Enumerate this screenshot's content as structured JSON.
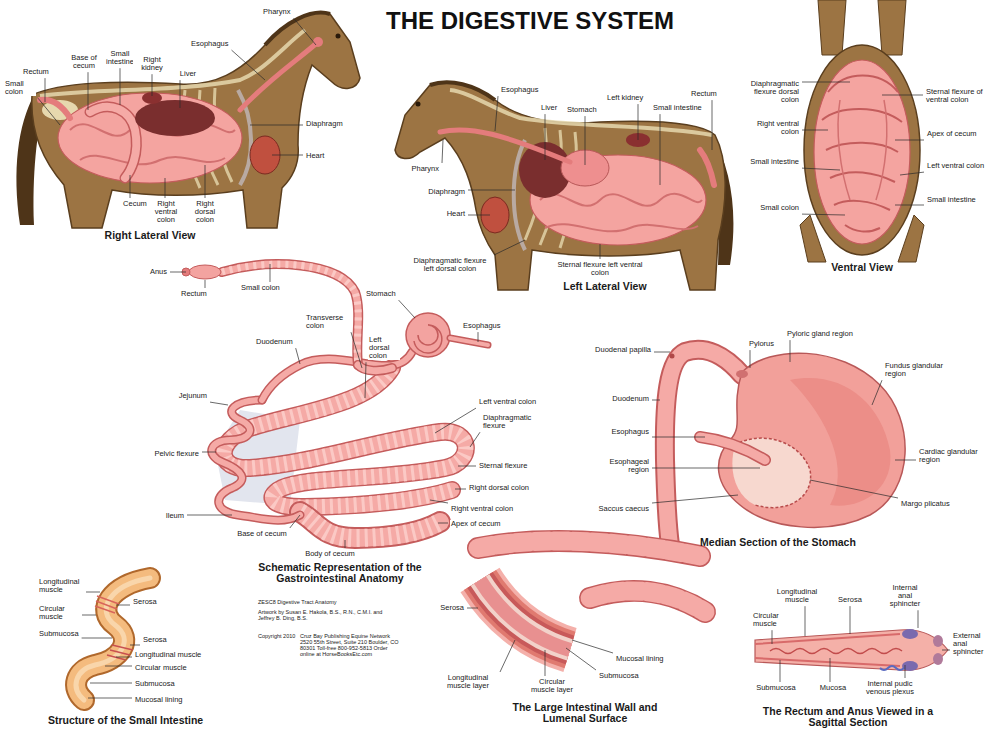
{
  "diagram": {
    "title": "THE DIGESTIVE SYSTEM",
    "labels": [
      "Pharynx",
      "Esophagus",
      "Small intestine",
      "Base of cecum",
      "Rectum",
      "Small colon",
      "Right kidney",
      "Liver",
      "Diaphragm",
      "Heart",
      "Cecum",
      "Right ventral colon",
      "Right dorsal colon",
      "Right Lateral View",
      "Esophagus",
      "Liver",
      "Stomach",
      "Left kidney",
      "Small intestine",
      "Rectum",
      "Pharynx",
      "Diaphragm",
      "Heart",
      "Diaphragmatic flexure left dorsal colon",
      "Sternal flexure left ventral colon",
      "Left Lateral View",
      "Diaphragmatic flexure dorsal colon",
      "Sternal flexure of ventral colon",
      "Right ventral colon",
      "Apex of cecum",
      "Small intestine",
      "Left ventral colon",
      "Small intestine",
      "Small colon",
      "Ventral View",
      "Anus",
      "Rectum",
      "Small colon",
      "Stomach",
      "Esophagus",
      "Transverse colon",
      "Duodenum",
      "Left dorsal colon",
      "Jejunum",
      "Left ventral colon",
      "Diaphragmatic flexure",
      "Pelvic flexure",
      "Sternal flexure",
      "Right dorsal colon",
      "Right ventral colon",
      "Ileum",
      "Apex of cecum",
      "Base of cecum",
      "Body of cecum",
      "Schematic Representation of the Gastrointestinal Anatomy",
      "Pyloric gland region",
      "Pylorus",
      "Duodenal papilla",
      "Fundus glandular region",
      "Duodenum",
      "Esophagus",
      "Esophageal region",
      "Cardiac glandular region",
      "Saccus caecus",
      "Margo plicatus",
      "Median Section of the Stomach",
      "Longitudinal muscle",
      "Serosa",
      "Circular muscle",
      "Submucosa",
      "Serosa",
      "Longitudinal muscle",
      "Circular muscle",
      "Submucosa",
      "Mucosal lining",
      "Structure of the Small Intestine",
      "ZESC8 Digestive Tract Anatomy",
      "Artwork by Susan E. Hakola, B.S., R.N., C.M.I. and Jeffrey B. Ding, B.S.",
      "Copyright 2010",
      "Cruz Bay Publishing Equine Network 2520 55th Street, Suite 210 Boulder, CO 80301 Toll-free 800-952-5813 Order online at HorseBooksEtc.com",
      "Serosa",
      "Longitudinal muscle layer",
      "Circular muscle layer",
      "Submucosa",
      "Mucosal lining",
      "The Large Intestinal Wall and Lumenal Surface",
      "Longitudinal muscle",
      "Circular muscle",
      "Serosa",
      "Internal anal sphincter",
      "External anal sphincter",
      "Submucosa",
      "Mucosa",
      "Internal pudic venous plexus",
      "The Rectum and Anus Viewed in a Sagittal Section"
    ]
  }
}
